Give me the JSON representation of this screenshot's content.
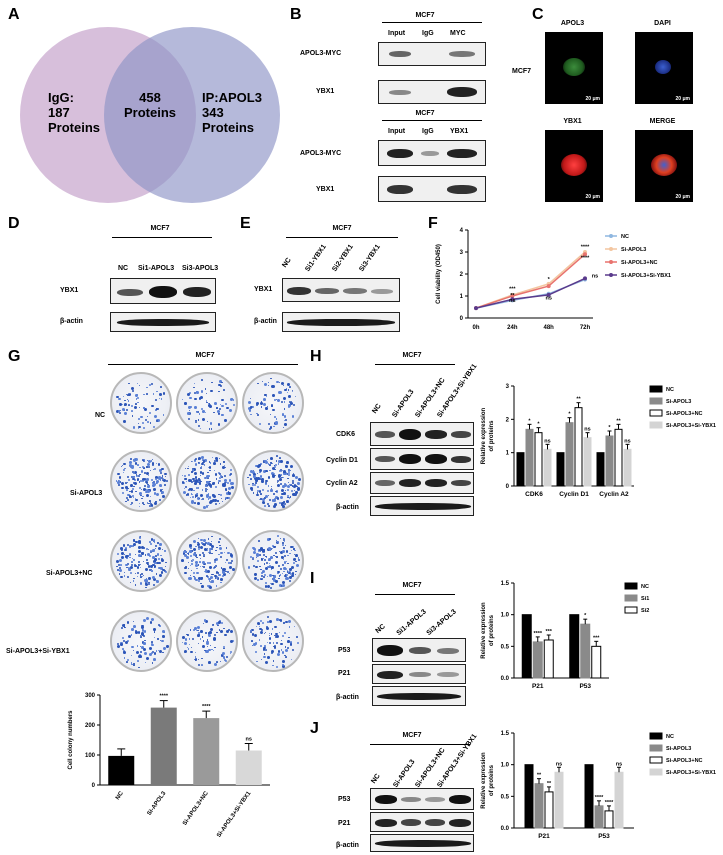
{
  "panels": {
    "A": "A",
    "B": "B",
    "C": "C",
    "D": "D",
    "E": "E",
    "F": "F",
    "G": "G",
    "H": "H",
    "I": "I",
    "J": "J"
  },
  "venn": {
    "left": "IgG:\n187\nProteins",
    "center": "458\nProteins",
    "right": "IP:APOL3\n343\nProteins"
  },
  "cell_line": "MCF7",
  "B": {
    "cols1": [
      "Input",
      "IgG",
      "MYC"
    ],
    "cols2": [
      "Input",
      "IgG",
      "YBX1"
    ],
    "rows": [
      "APOL3-MYC",
      "YBX1"
    ]
  },
  "C": {
    "cols": [
      "APOL3",
      "DAPI"
    ],
    "cols2": [
      "YBX1",
      "MERGE"
    ],
    "row_label": "MCF7",
    "scale": "20 μm"
  },
  "D": {
    "cols": [
      "NC",
      "Si1-APOL3",
      "Si3-APOL3"
    ],
    "rows": [
      "YBX1",
      "β-actin"
    ]
  },
  "E": {
    "cols": [
      "NC",
      "Si1-YBX1",
      "Si2-YBX1",
      "Si3-YBX1"
    ],
    "rows": [
      "YBX1",
      "β-actin"
    ]
  },
  "G": {
    "rows": [
      "NC",
      "Si-APOL3",
      "Si-APOL3+NC",
      "Si-APOL3+Si-YBX1"
    ]
  },
  "H": {
    "cols": [
      "NC",
      "Si-APOL3",
      "Si-APOL3+NC",
      "Si-APOL3+Si-YBX1"
    ],
    "rows": [
      "CDK6",
      "Cyclin D1",
      "Cyclin A2",
      "β-actin"
    ]
  },
  "I": {
    "cols": [
      "NC",
      "Si1-APOL3",
      "Si3-APOL3"
    ],
    "rows": [
      "P53",
      "P21",
      "β-actin"
    ]
  },
  "J": {
    "cols": [
      "NC",
      "Si-APOL3",
      "Si-APOL3+NC",
      "Si-APOL3+Si-YBX1"
    ],
    "rows": [
      "P53",
      "P21",
      "β-actin"
    ]
  },
  "chart_data": [
    {
      "panel": "F",
      "type": "line",
      "ylabel": "Cell viability (OD450)",
      "x": [
        "0h",
        "24h",
        "48h",
        "72h"
      ],
      "ylim": [
        0,
        4
      ],
      "yticks": [
        0,
        1,
        2,
        3,
        4
      ],
      "series": [
        {
          "name": "NC",
          "color": "#8fb7e0",
          "values": [
            0.45,
            0.8,
            1.1,
            1.75
          ]
        },
        {
          "name": "Si-APOL3",
          "color": "#f3c6a0",
          "values": [
            0.45,
            1.05,
            1.55,
            3.0
          ]
        },
        {
          "name": "Si-APOL3+NC",
          "color": "#e8736e",
          "values": [
            0.45,
            1.0,
            1.45,
            2.9
          ]
        },
        {
          "name": "Si-APOL3+Si-YBX1",
          "color": "#5a3a8c",
          "values": [
            0.45,
            0.85,
            1.05,
            1.8
          ]
        }
      ],
      "annotations": [
        "***",
        "**",
        "ns",
        "*",
        "ns",
        "****",
        "****",
        "ns"
      ]
    },
    {
      "panel": "G",
      "type": "bar",
      "ylabel": "Cell colony numbers",
      "categories": [
        "NC",
        "Si-APOL3",
        "Si-APOL3+NC",
        "Si-APOL3+Si-YBX1"
      ],
      "values": [
        97,
        258,
        223,
        115
      ],
      "ylim": [
        0,
        300
      ],
      "yticks": [
        0,
        100,
        200,
        300
      ],
      "colors": [
        "#000000",
        "#7a7a7a",
        "#9a9a9a",
        "#d8d8d8"
      ],
      "sig": [
        "",
        "****",
        "****",
        "ns"
      ]
    },
    {
      "panel": "H",
      "type": "bar",
      "ylabel": "Relative expression of proteins",
      "categories": [
        "CDK6",
        "Cyclin D1",
        "Cyclin A2"
      ],
      "ylim": [
        0,
        3
      ],
      "yticks": [
        0,
        1,
        2,
        3
      ],
      "series": [
        {
          "name": "NC",
          "values": [
            1,
            1,
            1
          ]
        },
        {
          "name": "Si-APOL3",
          "values": [
            1.7,
            1.9,
            1.5
          ]
        },
        {
          "name": "Si-APOL3+NC",
          "values": [
            1.6,
            2.35,
            1.7
          ]
        },
        {
          "name": "Si-APOL3+Si-YBX1",
          "values": [
            1.1,
            1.45,
            1.1
          ]
        }
      ],
      "sig": [
        [
          "",
          "*",
          "*",
          "ns"
        ],
        [
          "",
          "*",
          "**",
          "ns"
        ],
        [
          "",
          "*",
          "**",
          "ns"
        ]
      ]
    },
    {
      "panel": "I",
      "type": "bar",
      "ylabel": "Relative expression of proteins",
      "categories": [
        "P21",
        "P53"
      ],
      "ylim": [
        0,
        1.5
      ],
      "yticks": [
        0.0,
        0.5,
        1.0,
        1.5
      ],
      "series": [
        {
          "name": "NC",
          "values": [
            1,
            1
          ]
        },
        {
          "name": "Si1",
          "values": [
            0.57,
            0.85
          ]
        },
        {
          "name": "Si2",
          "values": [
            0.6,
            0.5
          ]
        }
      ],
      "sig": [
        [
          "",
          "****",
          "***"
        ],
        [
          "",
          "*",
          "***"
        ]
      ]
    },
    {
      "panel": "J",
      "type": "bar",
      "ylabel": "Relative expression of proteins",
      "categories": [
        "P21",
        "P53"
      ],
      "ylim": [
        0,
        1.5
      ],
      "yticks": [
        0.0,
        0.5,
        1.0,
        1.5
      ],
      "series": [
        {
          "name": "NC",
          "values": [
            1,
            1
          ]
        },
        {
          "name": "Si-APOL3",
          "values": [
            0.7,
            0.35
          ]
        },
        {
          "name": "Si-APOL3+NC",
          "values": [
            0.57,
            0.27
          ]
        },
        {
          "name": "Si-APOL3+Si-YBX1",
          "values": [
            0.88,
            0.88
          ]
        }
      ],
      "sig": [
        [
          "",
          "**",
          "**",
          "ns"
        ],
        [
          "",
          "****",
          "****",
          "ns"
        ]
      ]
    }
  ]
}
